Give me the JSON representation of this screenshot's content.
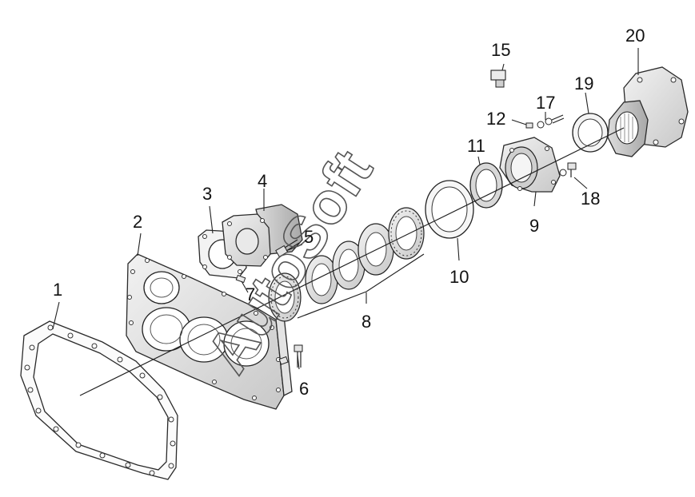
{
  "diagram": {
    "watermark": "AutoSoft",
    "callouts": [
      {
        "id": "1",
        "label": "1"
      },
      {
        "id": "2",
        "label": "2"
      },
      {
        "id": "3",
        "label": "3"
      },
      {
        "id": "4",
        "label": "4"
      },
      {
        "id": "5",
        "label": "5"
      },
      {
        "id": "6",
        "label": "6"
      },
      {
        "id": "7",
        "label": "7"
      },
      {
        "id": "8",
        "label": "8"
      },
      {
        "id": "9",
        "label": "9"
      },
      {
        "id": "10",
        "label": "10"
      },
      {
        "id": "11",
        "label": "11"
      },
      {
        "id": "12",
        "label": "12"
      },
      {
        "id": "15",
        "label": "15"
      },
      {
        "id": "17",
        "label": "17"
      },
      {
        "id": "18",
        "label": "18"
      },
      {
        "id": "19",
        "label": "19"
      },
      {
        "id": "20",
        "label": "20"
      }
    ]
  }
}
